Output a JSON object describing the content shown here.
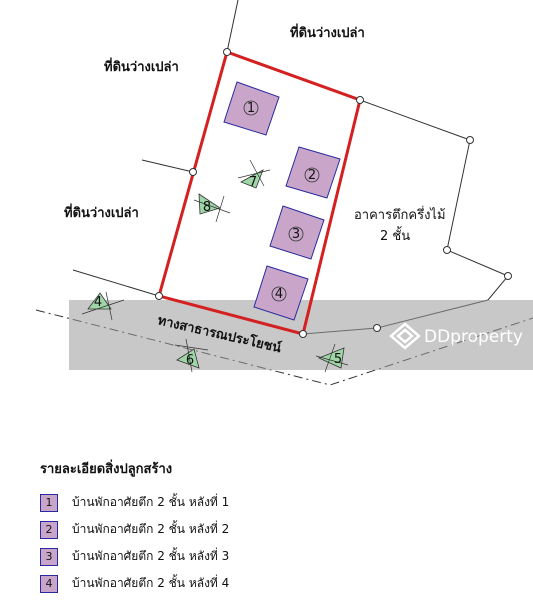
{
  "labels": {
    "vacant_top": "ที่ดินว่างเปล่า",
    "vacant_upper_left": "ที่ดินว่างเปล่า",
    "vacant_left": "ที่ดินว่างเปล่า",
    "building_line1": "อาคารตึกครึ่งไม้",
    "building_line2": "2 ชั้น",
    "road": "ทางสาธารณประโยชน์"
  },
  "houses": [
    "1",
    "2",
    "3",
    "4"
  ],
  "markers": [
    "4",
    "5",
    "6",
    "7",
    "8"
  ],
  "watermark": "DDproperty",
  "legend": {
    "title": "รายละเอียดสิ่งปลูกสร้าง",
    "items": [
      {
        "num": "1",
        "text": "บ้านพักอาศัยตึก 2 ชั้น หลังที่ 1"
      },
      {
        "num": "2",
        "text": "บ้านพักอาศัยตึก 2 ชั้น หลังที่ 2"
      },
      {
        "num": "3",
        "text": "บ้านพักอาศัยตึก 2 ชั้น หลังที่ 3"
      },
      {
        "num": "4",
        "text": "บ้านพักอาศัยตึก 2 ชั้น หลังที่ 4"
      }
    ]
  },
  "colors": {
    "plot_border": "#d42020",
    "house_fill": "#c9a6c9",
    "house_border": "#2a2aa0",
    "marker_fill": "#9fd6a8",
    "watermark_band": "#9b9b9b"
  }
}
